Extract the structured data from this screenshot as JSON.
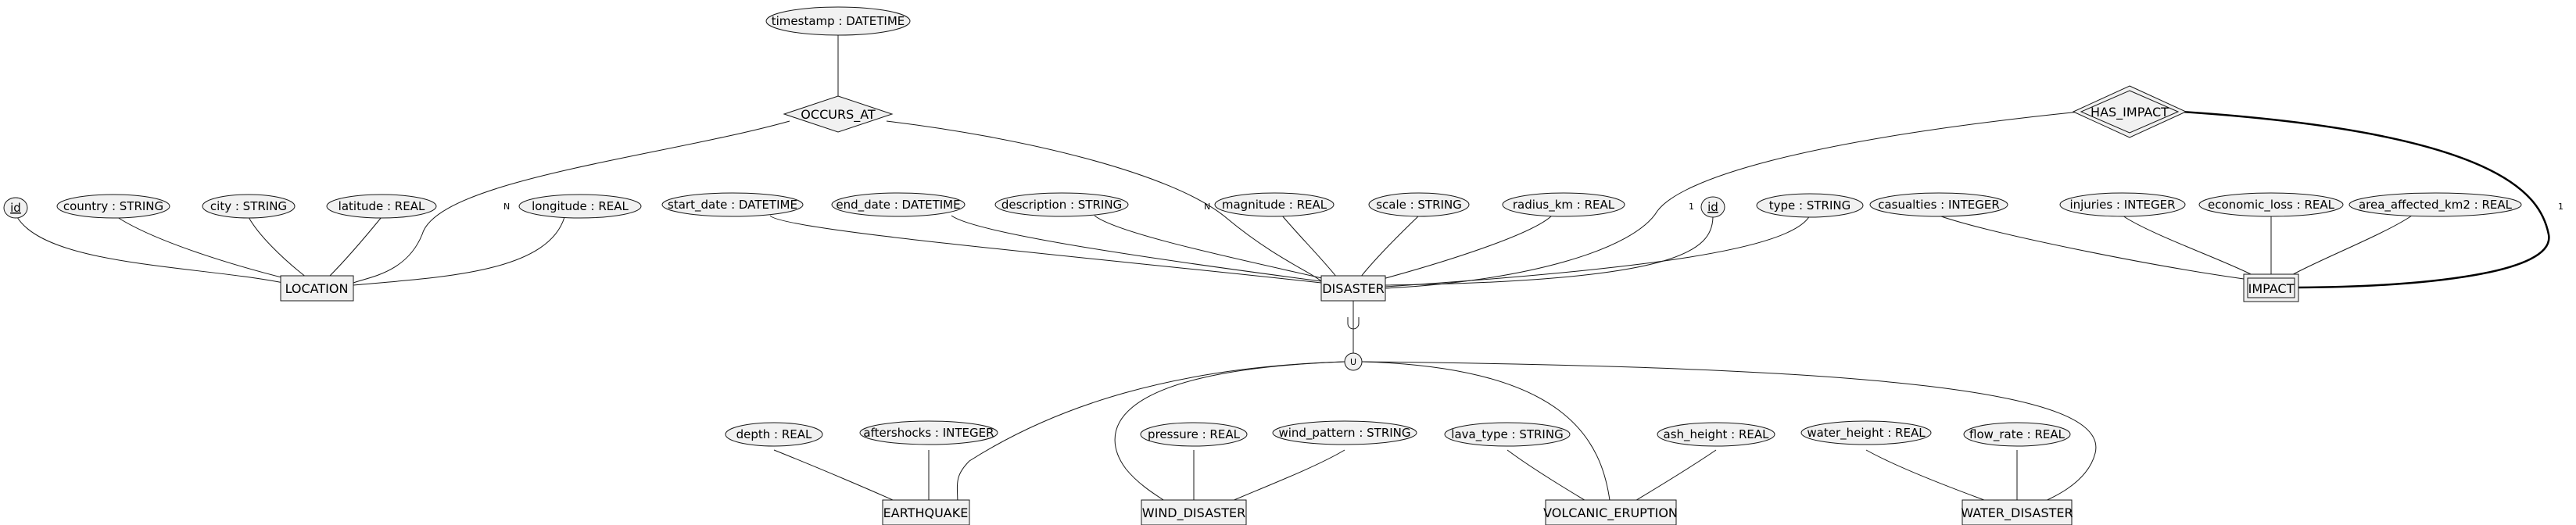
{
  "entities": {
    "location": "LOCATION",
    "disaster": "DISASTER",
    "impact": "IMPACT",
    "earthquake": "EARTHQUAKE",
    "wind_disaster": "WIND_DISASTER",
    "volcanic_eruption": "VOLCANIC_ERUPTION",
    "water_disaster": "WATER_DISASTER"
  },
  "relationships": {
    "occurs_at": "OCCURS_AT",
    "has_impact": "HAS_IMPACT"
  },
  "generalization": {
    "union_symbol": "U"
  },
  "attributes": {
    "timestamp": "timestamp : DATETIME",
    "location_id": "id",
    "country": "country : STRING",
    "city": "city : STRING",
    "latitude": "latitude : REAL",
    "longitude": "longitude : REAL",
    "start_date": "start_date : DATETIME",
    "end_date": "end_date : DATETIME",
    "description": "description : STRING",
    "magnitude": "magnitude : REAL",
    "scale": "scale : STRING",
    "radius_km": "radius_km : REAL",
    "disaster_id": "id",
    "type": "type : STRING",
    "casualties": "casualties : INTEGER",
    "injuries": "injuries : INTEGER",
    "economic_loss": "economic_loss : REAL",
    "area_affected": "area_affected_km2 : REAL",
    "depth": "depth : REAL",
    "aftershocks": "aftershocks : INTEGER",
    "pressure": "pressure : REAL",
    "wind_pattern": "wind_pattern : STRING",
    "lava_type": "lava_type : STRING",
    "ash_height": "ash_height : REAL",
    "water_height": "water_height : REAL",
    "flow_rate": "flow_rate : REAL"
  },
  "cardinalities": {
    "occurs_location": "N",
    "occurs_disaster": "N",
    "has_impact_disaster": "1",
    "has_impact_impact": "1"
  },
  "colors": {
    "fill": "#f1f1f1",
    "stroke": "#181818",
    "background": "#ffffff"
  }
}
